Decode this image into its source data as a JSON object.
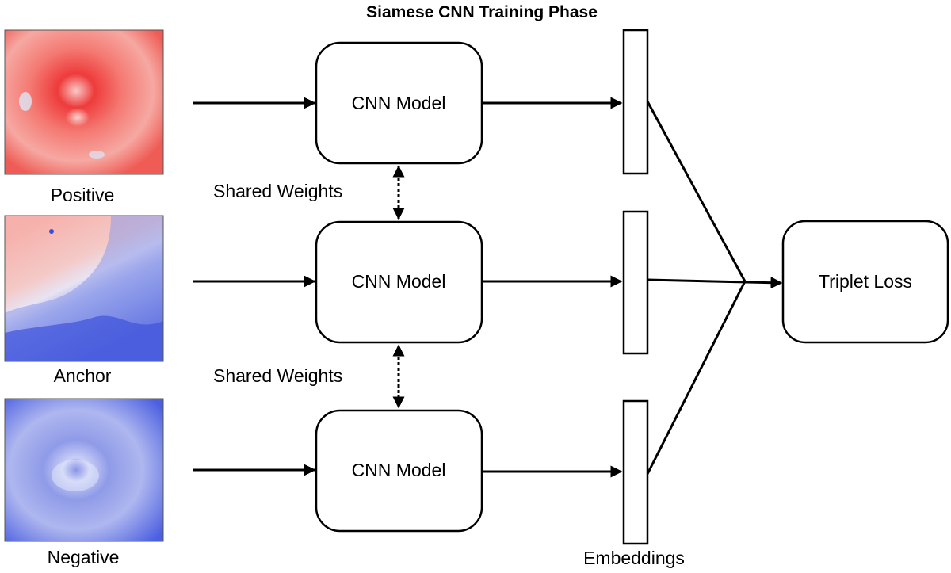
{
  "title": "Siamese CNN Training Phase",
  "inputs": [
    {
      "label": "Positive"
    },
    {
      "label": "Anchor"
    },
    {
      "label": "Negative"
    }
  ],
  "model_label": "CNN Model",
  "shared_weights_label": "Shared Weights",
  "embeddings_label": "Embeddings",
  "loss_label": "Triplet Loss",
  "colors": {
    "positive": "#e8463f",
    "negative": "#3a4ed8",
    "line": "#000000"
  }
}
